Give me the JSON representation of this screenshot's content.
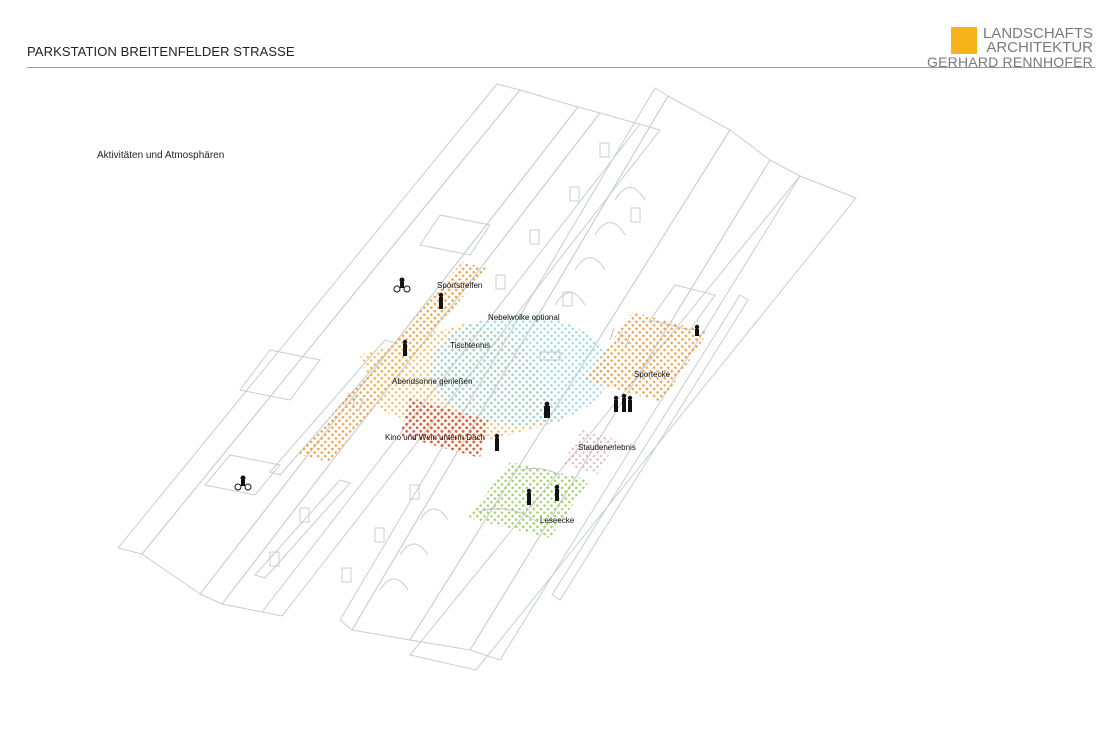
{
  "header": {
    "title": "PARKSTATION BREITENFELDER STRASSE",
    "logo": {
      "line1": "LANDSCHAFTS",
      "line2": "ARCHITEKTUR",
      "line3": "GERHARD RENNHOFER",
      "accent_color": "#f6b31b"
    }
  },
  "subtitle": "Aktivitäten und  Atmosphären",
  "zones": [
    {
      "label": "Sportstreifen",
      "color": "#f0a24a"
    },
    {
      "label": "Nebelwolke optional",
      "color": "#8fd6ea"
    },
    {
      "label": "Tischtennis",
      "color": "#8fd6ea"
    },
    {
      "label": "Abendsonne genießen",
      "color": "#f3b95a"
    },
    {
      "label": "Sportecke",
      "color": "#f0a24a"
    },
    {
      "label": "Kino und Wein unterm Dach",
      "color": "#e0592e"
    },
    {
      "label": "Staudenerlebnis",
      "color": "#e6b2c4"
    },
    {
      "label": "Leseecke",
      "color": "#9ed36a"
    }
  ]
}
